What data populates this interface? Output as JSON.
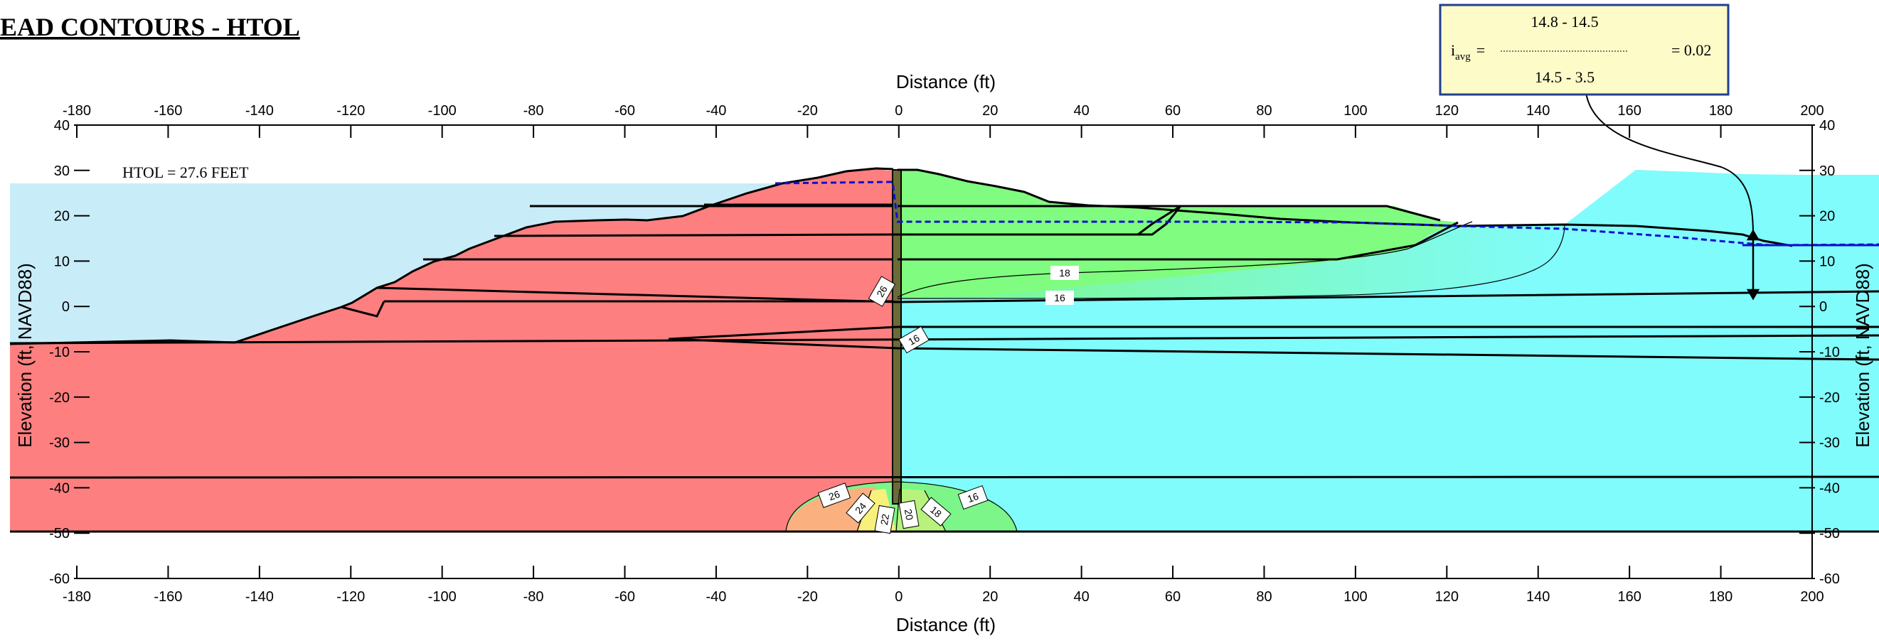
{
  "header_title": "EAD CONTOURS - HTOL",
  "axis": {
    "x_title": "Distance (ft)",
    "y_title_left": "Elevation (ft, NAVD88)",
    "y_title_right": "Elevation (ft, NAVD88)",
    "x_ticks": [
      -180,
      -160,
      -140,
      -120,
      -100,
      -80,
      -60,
      -40,
      -20,
      0,
      20,
      40,
      60,
      80,
      100,
      120,
      140,
      160,
      180,
      200
    ],
    "y_ticks": [
      40,
      30,
      20,
      10,
      0,
      -10,
      -20,
      -30,
      -40,
      -50,
      -60
    ]
  },
  "htol_label": "HTOL = 27.6 FEET",
  "formula": {
    "i_symbol": "i",
    "i_sub": "avg",
    "equals": "=",
    "numerator": "14.8 - 14.5",
    "denominator": "14.5 - 3.5",
    "result": "= 0.02"
  },
  "contour_labels": [
    "26",
    "18",
    "16",
    "16",
    "26",
    "24",
    "22",
    "20",
    "18",
    "16"
  ],
  "colors": {
    "water": "#c8ecf8",
    "flood_side": "#fe7f7f",
    "protected_side": "#80fcfc",
    "levee_green": "#80fc80",
    "formula_box": "#fdfbc8",
    "formula_border": "#1f3f8f",
    "phreatic_line": "#1010d0"
  }
}
